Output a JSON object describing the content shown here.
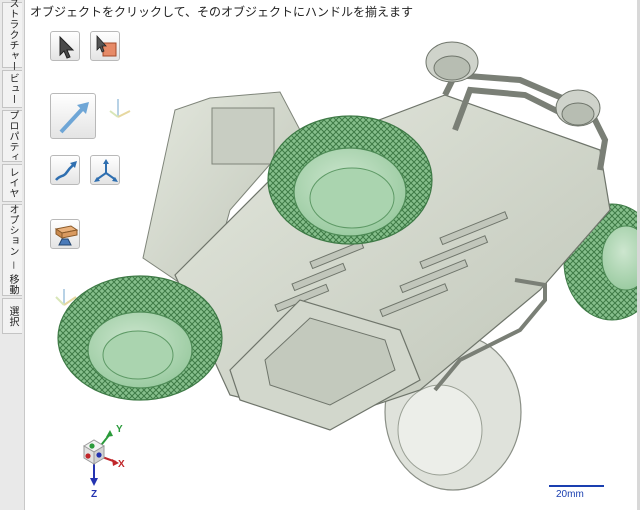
{
  "hint_text": "オブジェクトをクリックして、そのオブジェクトにハンドルを揃えます",
  "side_tabs": [
    {
      "label": "ストラクチャー"
    },
    {
      "label": "ビュー"
    },
    {
      "label": "プロパティ"
    },
    {
      "label": "レイヤ"
    },
    {
      "label": "オプション － 移動"
    },
    {
      "label": "選択"
    }
  ],
  "tools": {
    "select": "cursor-arrow-icon",
    "select_component": "select-box-icon",
    "move_direction": "move-arrow-icon",
    "move_along": "move-along-icon",
    "move_pivot": "pivot-icon",
    "move_axes": "move-axes-icon",
    "anchor": "anchor-block-icon",
    "ruler": "ruler-icon"
  },
  "triad": {
    "x": "X",
    "y": "Y",
    "z": "Z"
  },
  "scale_bar": {
    "label": "20mm"
  },
  "colors": {
    "wheel_green": "#93c79a",
    "body_gray": "#d8ddd2",
    "scale_blue": "#1a3fb0"
  }
}
